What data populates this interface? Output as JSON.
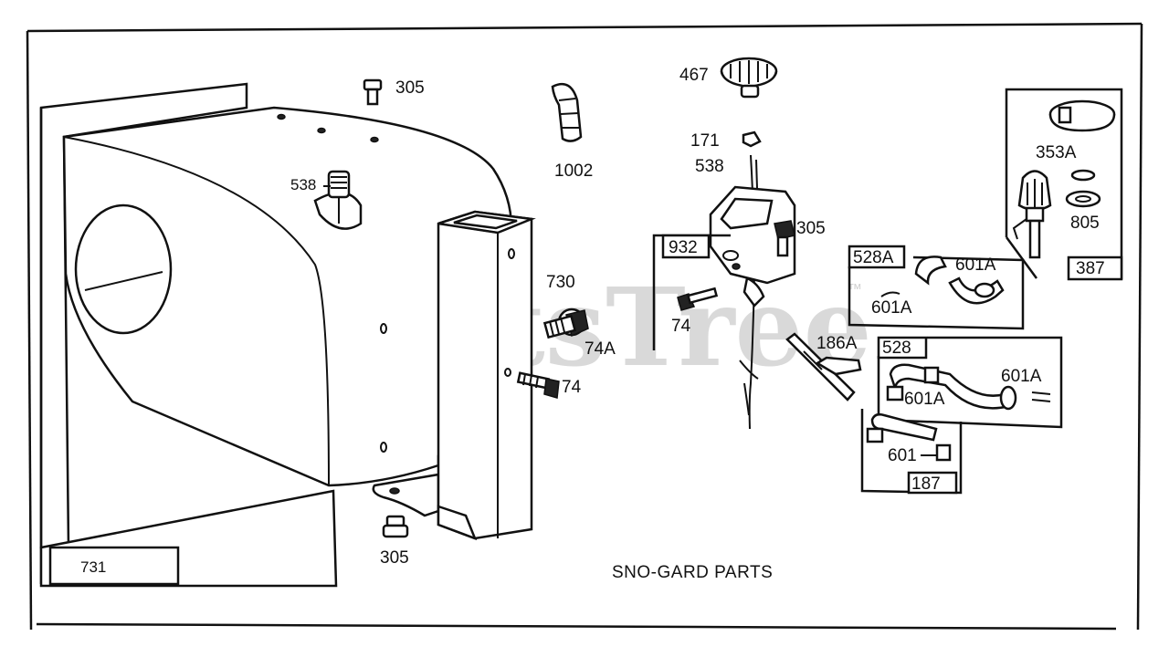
{
  "watermark": {
    "text": "PartsTree",
    "trademark": "™"
  },
  "title": "SNO-GARD PARTS",
  "labels": {
    "l305_top": "305",
    "l538_cap": "538",
    "l1002": "1002",
    "l467": "467",
    "l171": "171",
    "l538_rod": "538",
    "l305_bracket": "305",
    "l932": "932",
    "l74_kit": "74",
    "l730": "730",
    "l74A": "74A",
    "l74": "74",
    "l305_bottom": "305",
    "l731": "731",
    "l353A": "353A",
    "l805": "805",
    "l387": "387",
    "l528A": "528A",
    "l601A_a": "601A",
    "l601A_b": "601A",
    "l186A": "186A",
    "l528": "528",
    "l601A_c": "601A",
    "l601A_d": "601A",
    "l601": "601",
    "l187": "187"
  }
}
